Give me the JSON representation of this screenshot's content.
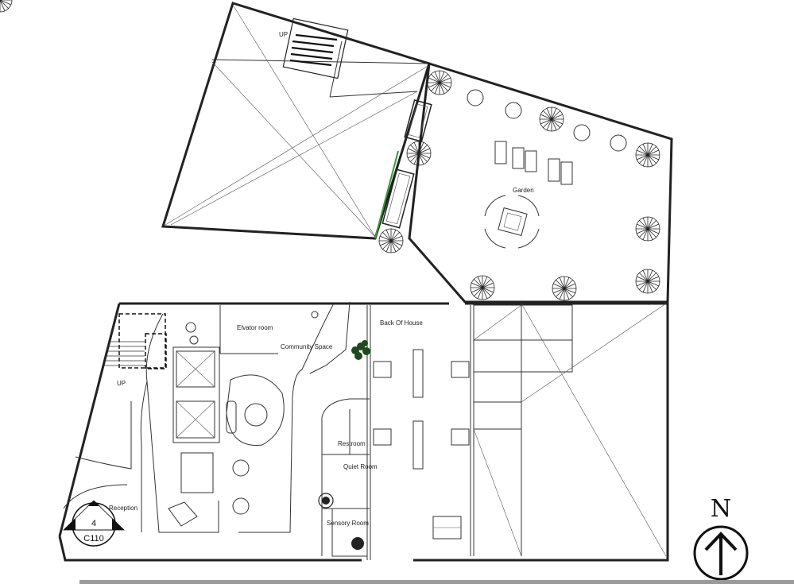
{
  "rooms": {
    "garden": "Garden",
    "elevator_room": "Elvator room",
    "community_space": "Community Space",
    "back_of_house": "Back Of House",
    "restroom": "Restroom",
    "quiet_room": "Quiet Room",
    "sensory_room": "Sensory Room",
    "reception": "Reception"
  },
  "stairs": {
    "upper_label": "UP",
    "lower_label": "UP"
  },
  "section_marker": {
    "number": "4",
    "sheet": "C110"
  },
  "north_arrow": {
    "letter": "N"
  },
  "colors": {
    "line": "#222222",
    "accent_green": "#3a9a3a",
    "plant": "#1f4a1f"
  }
}
